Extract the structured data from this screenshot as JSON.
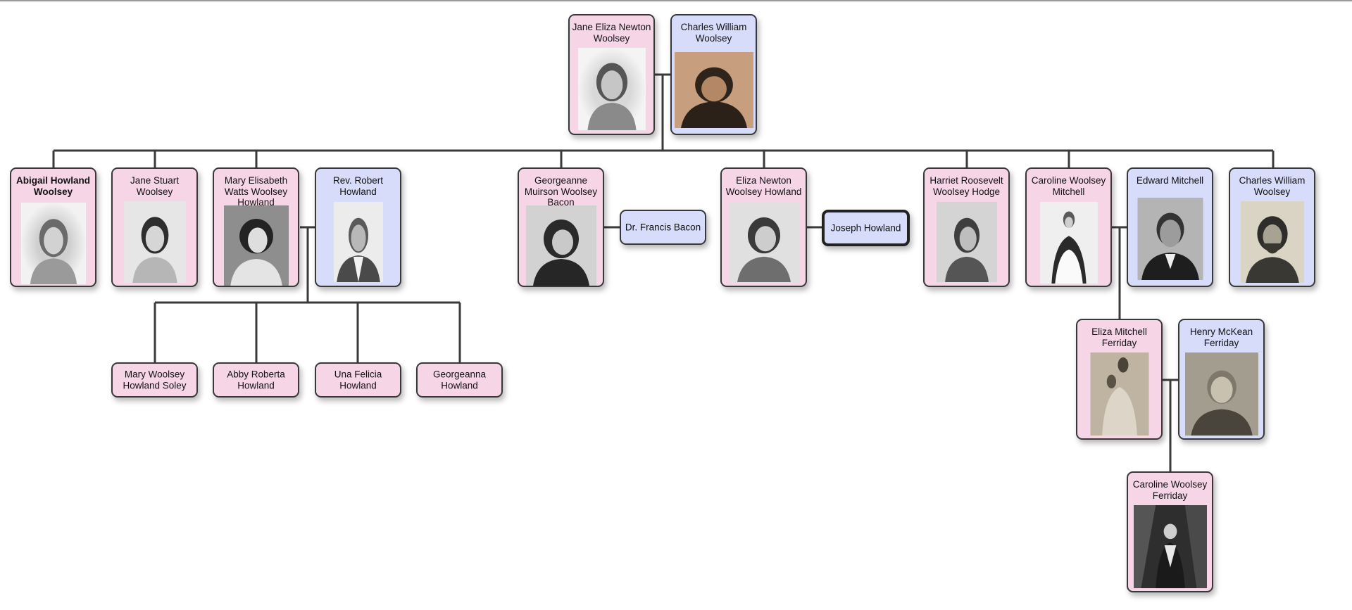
{
  "people": {
    "jane_eliza": "Jane Eliza Newton Woolsey",
    "charles_william_sr": "Charles William Woolsey",
    "abigail": "Abigail Howland Woolsey",
    "jane_stuart": "Jane Stuart Woolsey",
    "mary_elisabeth": "Mary Elisabeth Watts Woolsey Howland",
    "robert": "Rev. Robert Howland",
    "georgeanne": "Georgeanne Muirson Woolsey Bacon",
    "francis": "Dr. Francis Bacon",
    "eliza_newton": "Eliza Newton Woolsey Howland",
    "joseph": "Joseph Howland",
    "harriet": "Harriet Roosevelt Woolsey Hodge",
    "caroline_mitchell": "Caroline Woolsey Mitchell",
    "edward": "Edward Mitchell",
    "charles_william_jr": "Charles William Woolsey",
    "mary_soley": "Mary Woolsey Howland Soley",
    "abby_roberta": "Abby Roberta Howland",
    "una_felicia": "Una Felicia Howland",
    "georgeanna": "Georgeanna Howland",
    "eliza_ferriday": "Eliza Mitchell Ferriday",
    "henry": "Henry McKean Ferriday",
    "caroline_ferriday": "Caroline Woolsey Ferriday"
  },
  "colors": {
    "female_card": "#f6d6e6",
    "male_card": "#d7dcfa",
    "border": "#383838",
    "connector": "#3a3a3a"
  },
  "selected_person": "Joseph Howland"
}
